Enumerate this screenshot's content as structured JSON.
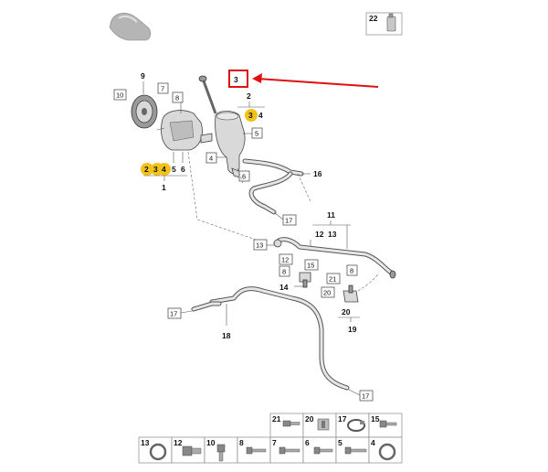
{
  "diagram": {
    "callouts": {
      "top_right_box": "22",
      "highlight": "3",
      "pulley_number": "9",
      "label_10": "10",
      "label_7": "7",
      "label_8": "8",
      "group_2": "2",
      "group_2_items": [
        "3",
        "4"
      ],
      "label_5": "5",
      "label_4": "4",
      "label_6": "6",
      "pump_items": [
        "2",
        "3",
        "4",
        "5",
        "6"
      ],
      "pump_number": "1",
      "label_16": "16",
      "label_17a": "17",
      "label_11": "11",
      "label_11_items": [
        "12",
        "13"
      ],
      "label_13": "13",
      "label_12": "12",
      "label_15": "15",
      "label_8b": "8",
      "label_21": "21",
      "label_14": "14",
      "label_20": "20",
      "label_20_group": "20",
      "label_19": "19",
      "label_17b": "17",
      "label_18": "18",
      "label_17c": "17"
    },
    "parts_table": {
      "top_row": [
        "21",
        "20",
        "17",
        "15"
      ],
      "bottom_row": [
        "13",
        "12",
        "10",
        "8",
        "7",
        "6",
        "5",
        "4"
      ]
    }
  },
  "colors": {
    "highlight": "#e01010",
    "marker": "#f2c21b",
    "part": "#d9d9d9"
  }
}
